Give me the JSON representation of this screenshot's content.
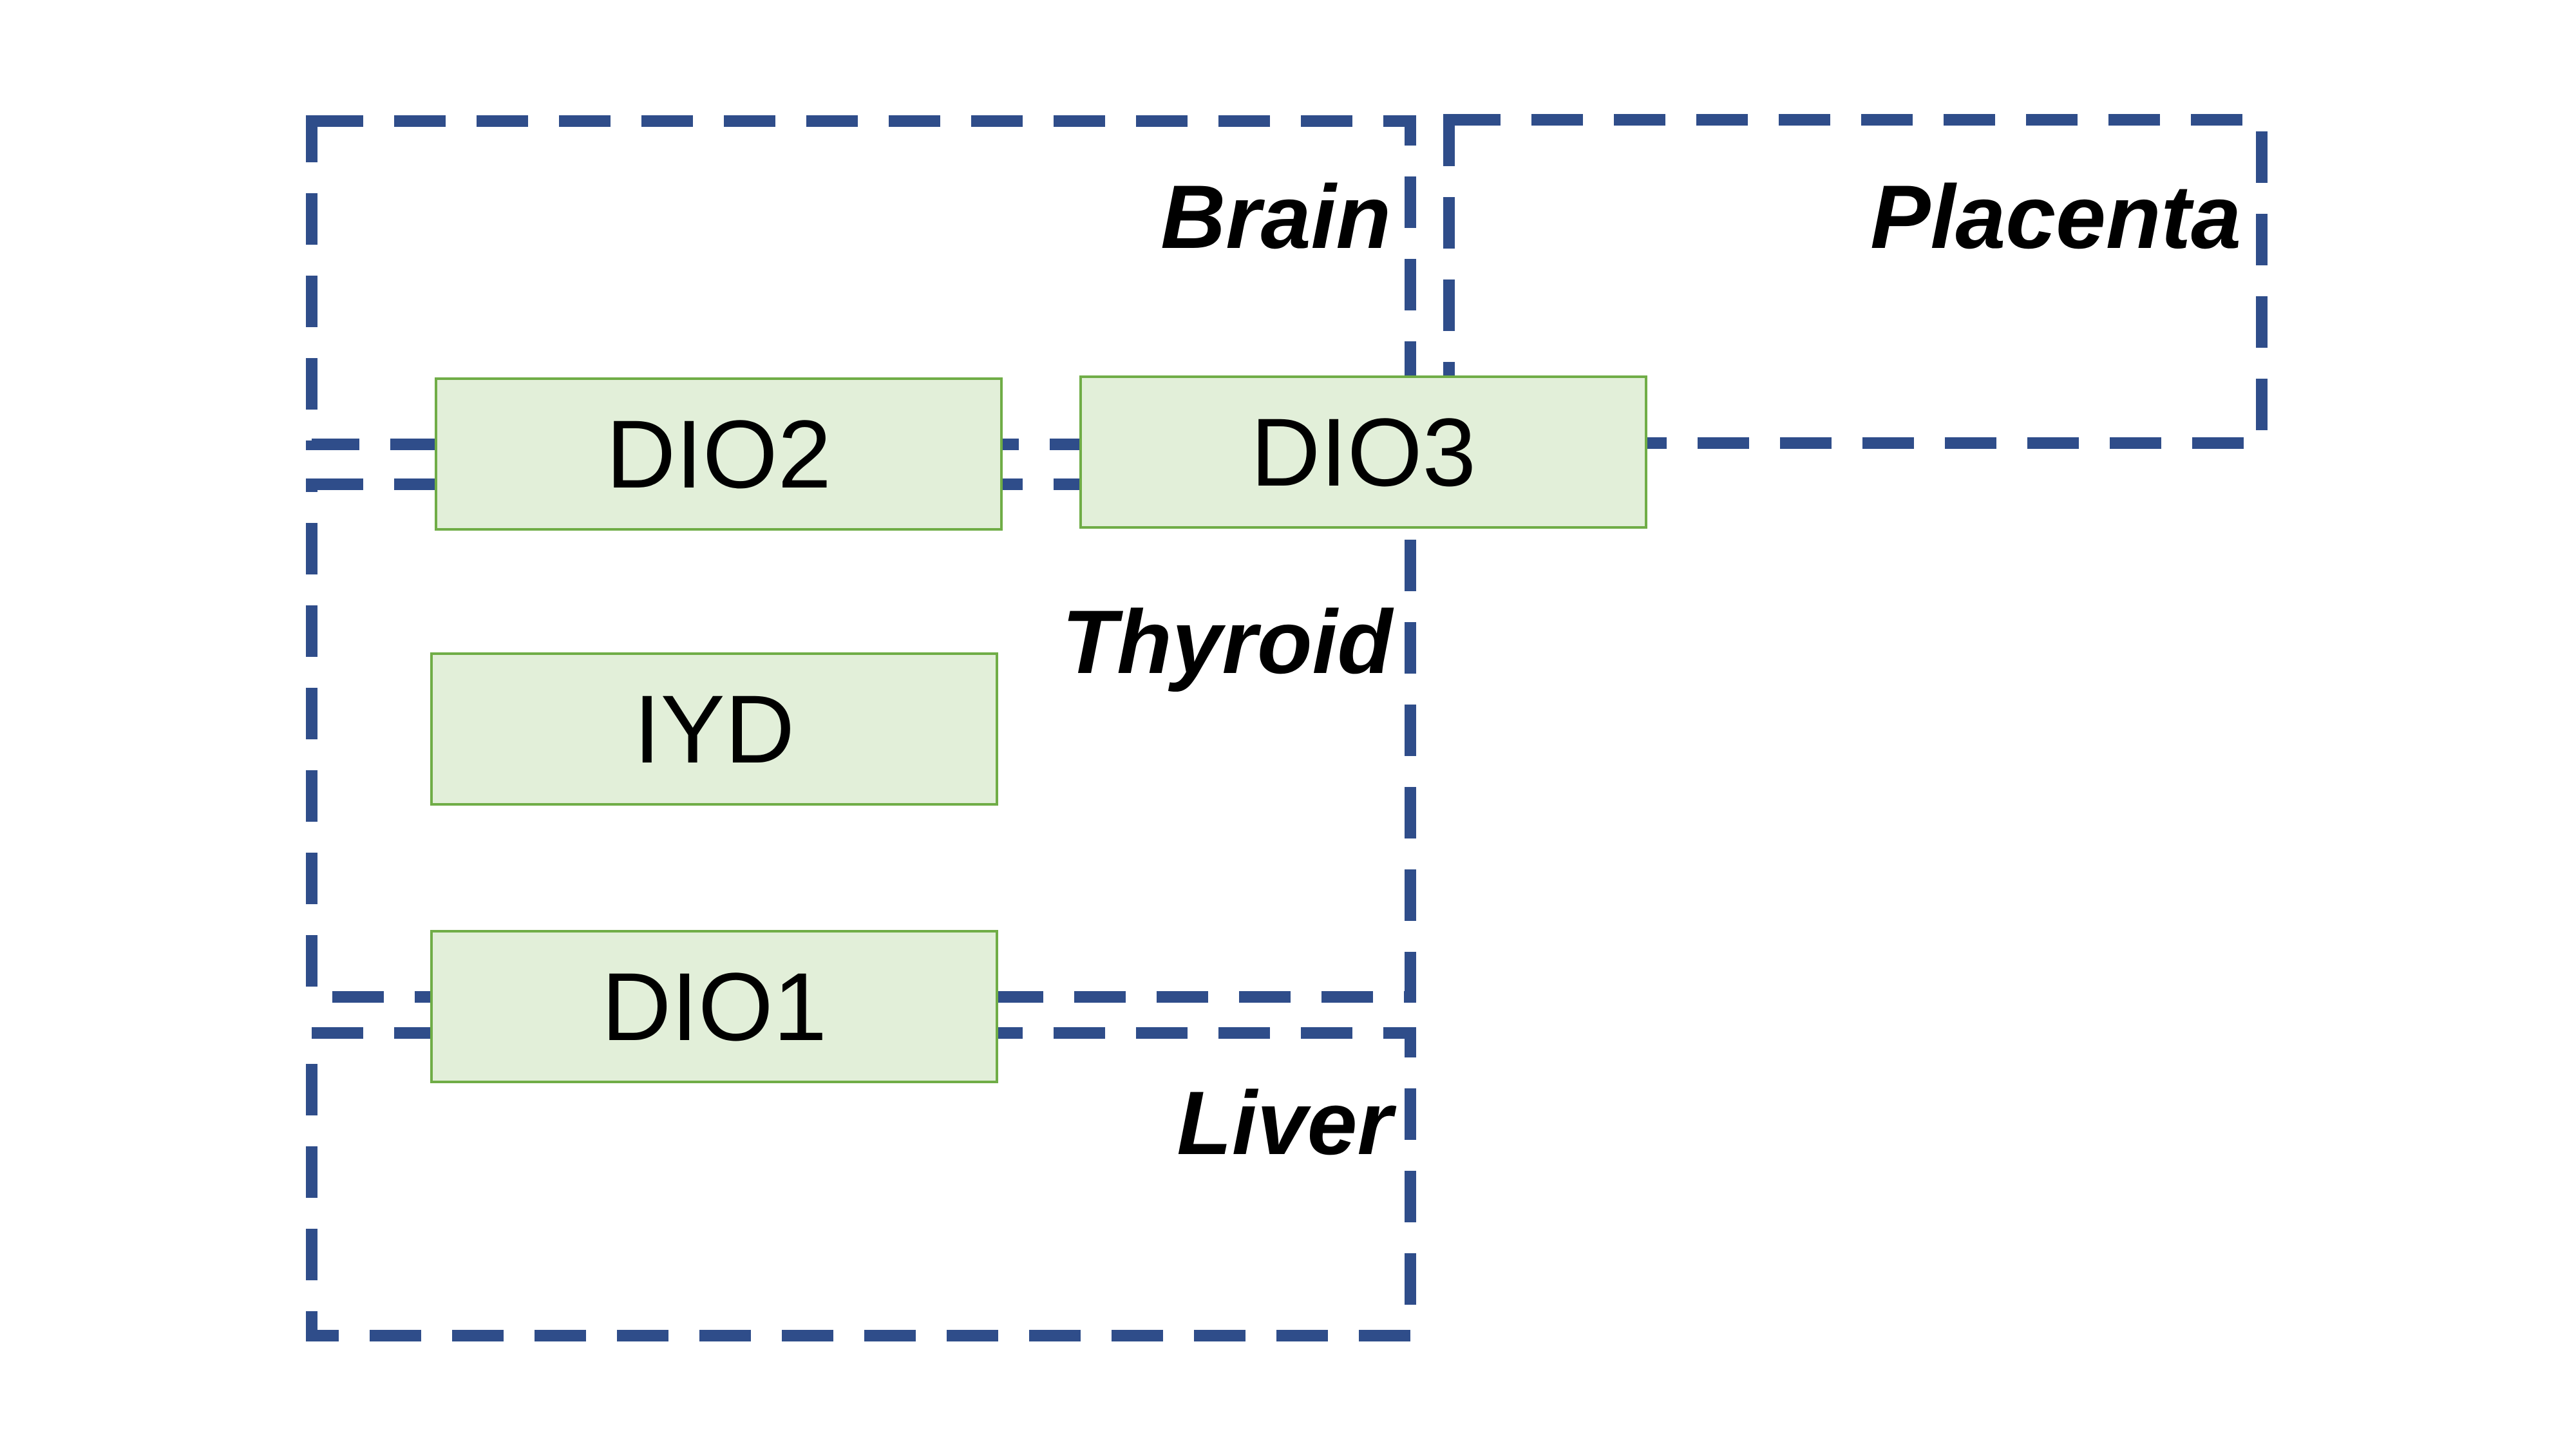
{
  "colors": {
    "region_border": "#2f4d8a",
    "gene_fill": "#e2efd9",
    "gene_border": "#70ad47",
    "label_text": "#000000",
    "background": "#ffffff"
  },
  "regions": {
    "brain": {
      "label": "Brain"
    },
    "placenta": {
      "label": "Placenta"
    },
    "thyroid": {
      "label": "Thyroid"
    },
    "liver": {
      "label": "Liver"
    }
  },
  "genes": {
    "dio2": {
      "label": "DIO2"
    },
    "dio3": {
      "label": "DIO3"
    },
    "iyd": {
      "label": "IYD"
    },
    "dio1": {
      "label": "DIO1"
    }
  }
}
